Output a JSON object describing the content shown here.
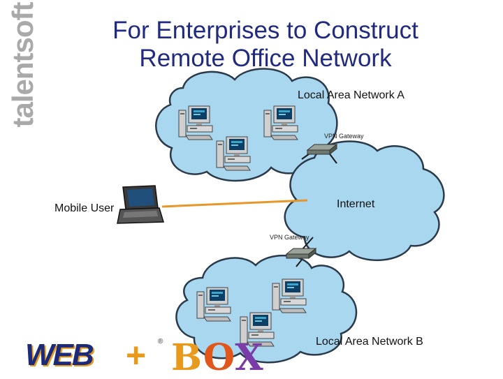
{
  "title": {
    "line1": "For Enterprises to Construct",
    "line2": "Remote Office Network"
  },
  "vertical_logo": "talentsoft",
  "labels": {
    "lan_a": "Local Area Network A",
    "lan_b": "Local Area Network B",
    "internet": "Internet",
    "mobile_user": "Mobile User",
    "vpn_gateway_top": "VPN Gateway",
    "vpn_gateway_bottom": "VPN Gateway"
  },
  "brand": {
    "web": "WEB",
    "plus": "+",
    "registered": "®",
    "box_b": "B",
    "box_o": "O",
    "box_x": "X"
  },
  "colors": {
    "title": "#1f2a80",
    "cloud_fill": "#a9d7ef",
    "cloud_edge": "#2a3a4a",
    "mobile_link": "#e8962a",
    "vpn_link": "#1a1a1a"
  }
}
